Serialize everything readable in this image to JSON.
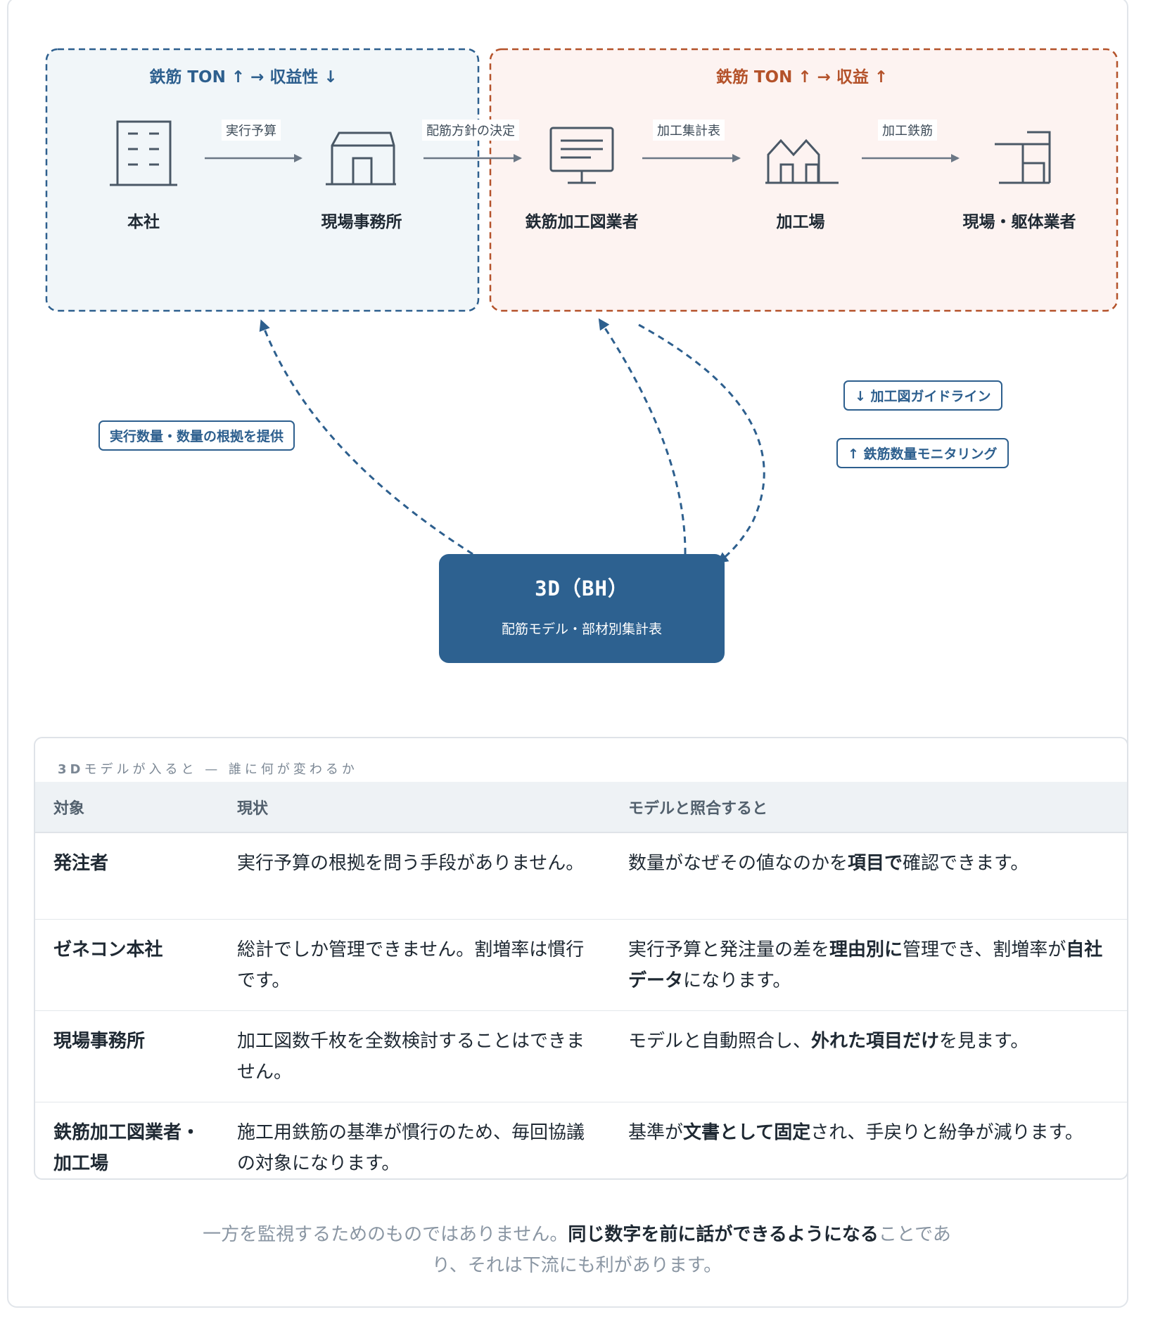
{
  "zones": {
    "left_title": "鉄筋 TON ↑ → 収益性 ↓",
    "right_title": "鉄筋 TON ↑ → 収益 ↑"
  },
  "nodes": {
    "honsha": "本社",
    "genba_office": "現場事務所",
    "fabricator": "鉄筋加工図業者",
    "plant": "加工場",
    "site_contractor": "現場・躯体業者"
  },
  "edges": {
    "e1": "実行予算",
    "e2": "配筋方針の決定",
    "e3": "加工集計表",
    "e4": "加工鉄筋"
  },
  "pills": {
    "left": "実行数量・数量の根拠を提供",
    "guideline": "↓ 加工図ガイドライン",
    "monitoring": "↑ 鉄筋数量モニタリング"
  },
  "model": {
    "title": "3D（BH）",
    "subtitle": "配筋モデル・部材別集計表"
  },
  "table": {
    "caption_head": "3D",
    "caption_tail": "モデルが入ると — 誰に何が変わるか",
    "headers": [
      "対象",
      "現状",
      "モデルと照合すると"
    ],
    "rows": [
      {
        "target": "発注者",
        "current": "実行予算の根拠を問う手段がありません。",
        "after_pre": "数量がなぜその値なのかを",
        "after_bold": "項目で",
        "after_post": "確認できます。",
        "after_bold2": "",
        "after_post2": ""
      },
      {
        "target": "ゼネコン本社",
        "current": "総計でしか管理できません。割増率は慣行です。",
        "after_pre": "実行予算と発注量の差を",
        "after_bold": "理由別に",
        "after_post": "管理でき、割増率が",
        "after_bold2": "自社データ",
        "after_post2": "になります。"
      },
      {
        "target": "現場事務所",
        "current": "加工図数千枚を全数検討することはできません。",
        "after_pre": "モデルと自動照合し、",
        "after_bold": "外れた項目だけ",
        "after_post": "を見ます。",
        "after_bold2": "",
        "after_post2": ""
      },
      {
        "target": "鉄筋加工図業者・加工場",
        "current": "施工用鉄筋の基準が慣行のため、毎回協議の対象になります。",
        "after_pre": "基準が",
        "after_bold": "文書として固定",
        "after_post": "され、手戻りと紛争が減ります。",
        "after_bold2": "",
        "after_post2": ""
      }
    ]
  },
  "footer": {
    "pre": "一方を監視するためのものではありません。",
    "bold": "同じ数字を前に話ができるようになる",
    "post": "ことであり、それは下流にも利があります。"
  },
  "colors": {
    "blue": "#2d5f8e",
    "orange": "#b4522a",
    "blue_zone_bg": "#f1f6f9",
    "orange_zone_bg": "#fdf3f1",
    "model_bg": "#2d6190"
  }
}
